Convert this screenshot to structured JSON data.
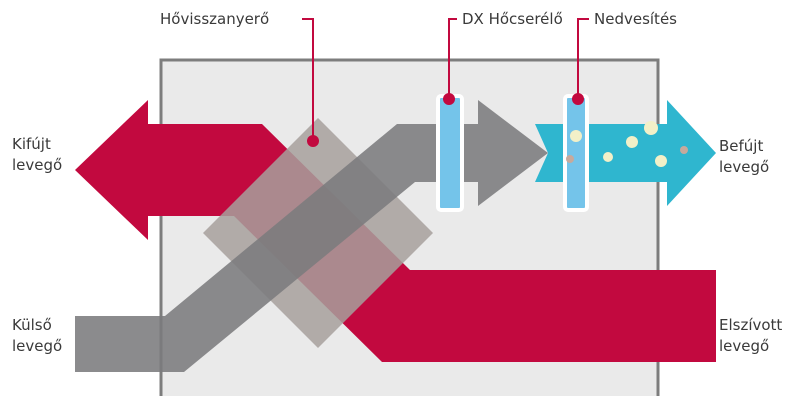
{
  "labels": {
    "heat_recovery": "Hővisszanyerő",
    "dx_exchanger": "DX Hőcserélő",
    "humidification": "Nedvesítés",
    "exhaust_air": [
      "Kifújt",
      "levegő"
    ],
    "supply_air": [
      "Befújt",
      "levegő"
    ],
    "outdoor_air": [
      "Külső",
      "levegő"
    ],
    "extract_air": [
      "Elszívott",
      "levegő"
    ]
  },
  "colors": {
    "exhaust_stream": "#c2093f",
    "outdoor_stream": "#8b8b8d",
    "supply_stream": "#2fb6cf",
    "heat_exchanger": "#a7a09c",
    "dx_coil": "#74c4ea",
    "unit_box": "#eaeaea",
    "unit_border": "#7d7d7d",
    "marker": "#c2093f",
    "text": "#3a3a3a"
  },
  "icons": [
    "leader-line-marker",
    "droplet"
  ]
}
